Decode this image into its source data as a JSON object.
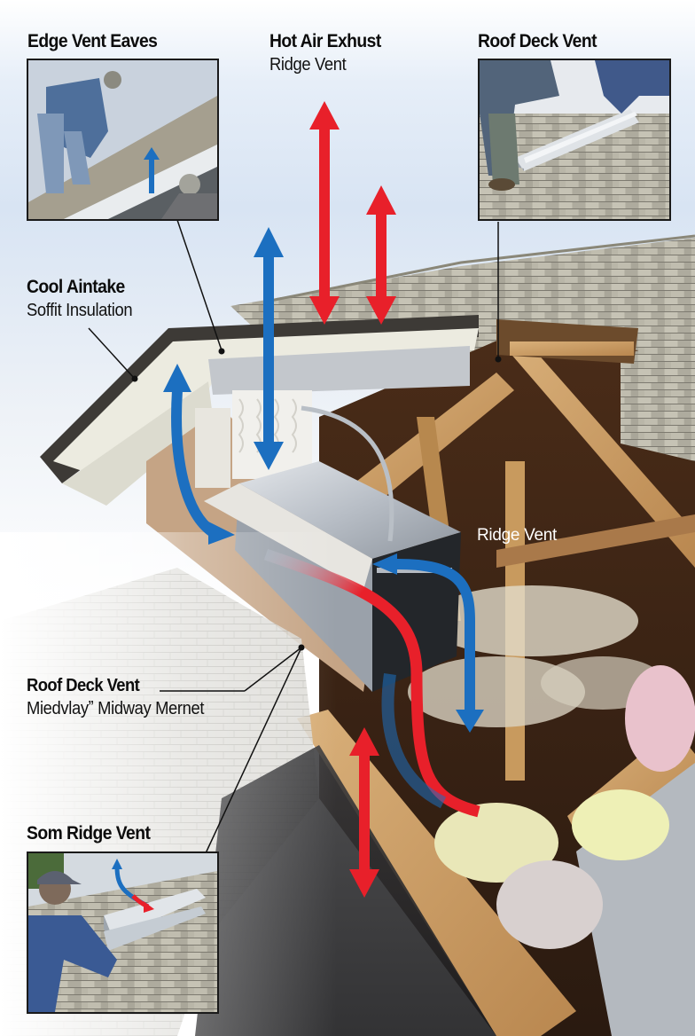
{
  "labels": {
    "edge_vent": {
      "title": "Edge Vent Eaves"
    },
    "hot_air": {
      "title": "Hot Air Exhust",
      "subtitle": "Ridge Vent"
    },
    "roof_deck_top": {
      "title": "Roof Deck Vent"
    },
    "cool_air": {
      "title": "Cool Aintake",
      "subtitle": "Soffit Insulation"
    },
    "ridge_vent_center": {
      "title": "Ridge Vent"
    },
    "roof_deck_mid": {
      "title": "Roof Deck Vent",
      "subtitle": "Miedvlayˮ Midway Mernet"
    },
    "som_ridge": {
      "title": "Som Ridge Vent"
    }
  },
  "photos": [
    {
      "name": "edge-vent-eaves-photo",
      "description": "Workers installing edge vent at roof eaves with blue airflow arrows"
    },
    {
      "name": "roof-deck-vent-photo",
      "description": "Workers placing metal roof deck vent on shingles"
    },
    {
      "name": "som-ridge-vent-photo",
      "description": "Worker installing ridge vent with blue-to-red airflow arrow"
    }
  ],
  "arrows": {
    "hot_air_color": "#e8202a",
    "cool_air_color": "#1c6fc0",
    "items": [
      {
        "name": "hot-air-arrow-tall",
        "type": "hot",
        "direction": "bidirectional-vertical"
      },
      {
        "name": "hot-air-arrow-short",
        "type": "hot",
        "direction": "bidirectional-vertical"
      },
      {
        "name": "cool-air-arrow-vertical",
        "type": "cool",
        "direction": "bidirectional-vertical"
      },
      {
        "name": "cool-air-arrow-soffit",
        "type": "cool",
        "direction": "curved-bidirectional"
      },
      {
        "name": "cool-air-arrow-attic",
        "type": "cool",
        "direction": "curved-bidirectional"
      },
      {
        "name": "hot-air-arrow-duct",
        "type": "hot",
        "direction": "curved"
      },
      {
        "name": "hot-air-arrow-lower",
        "type": "hot",
        "direction": "bidirectional-vertical"
      }
    ]
  }
}
